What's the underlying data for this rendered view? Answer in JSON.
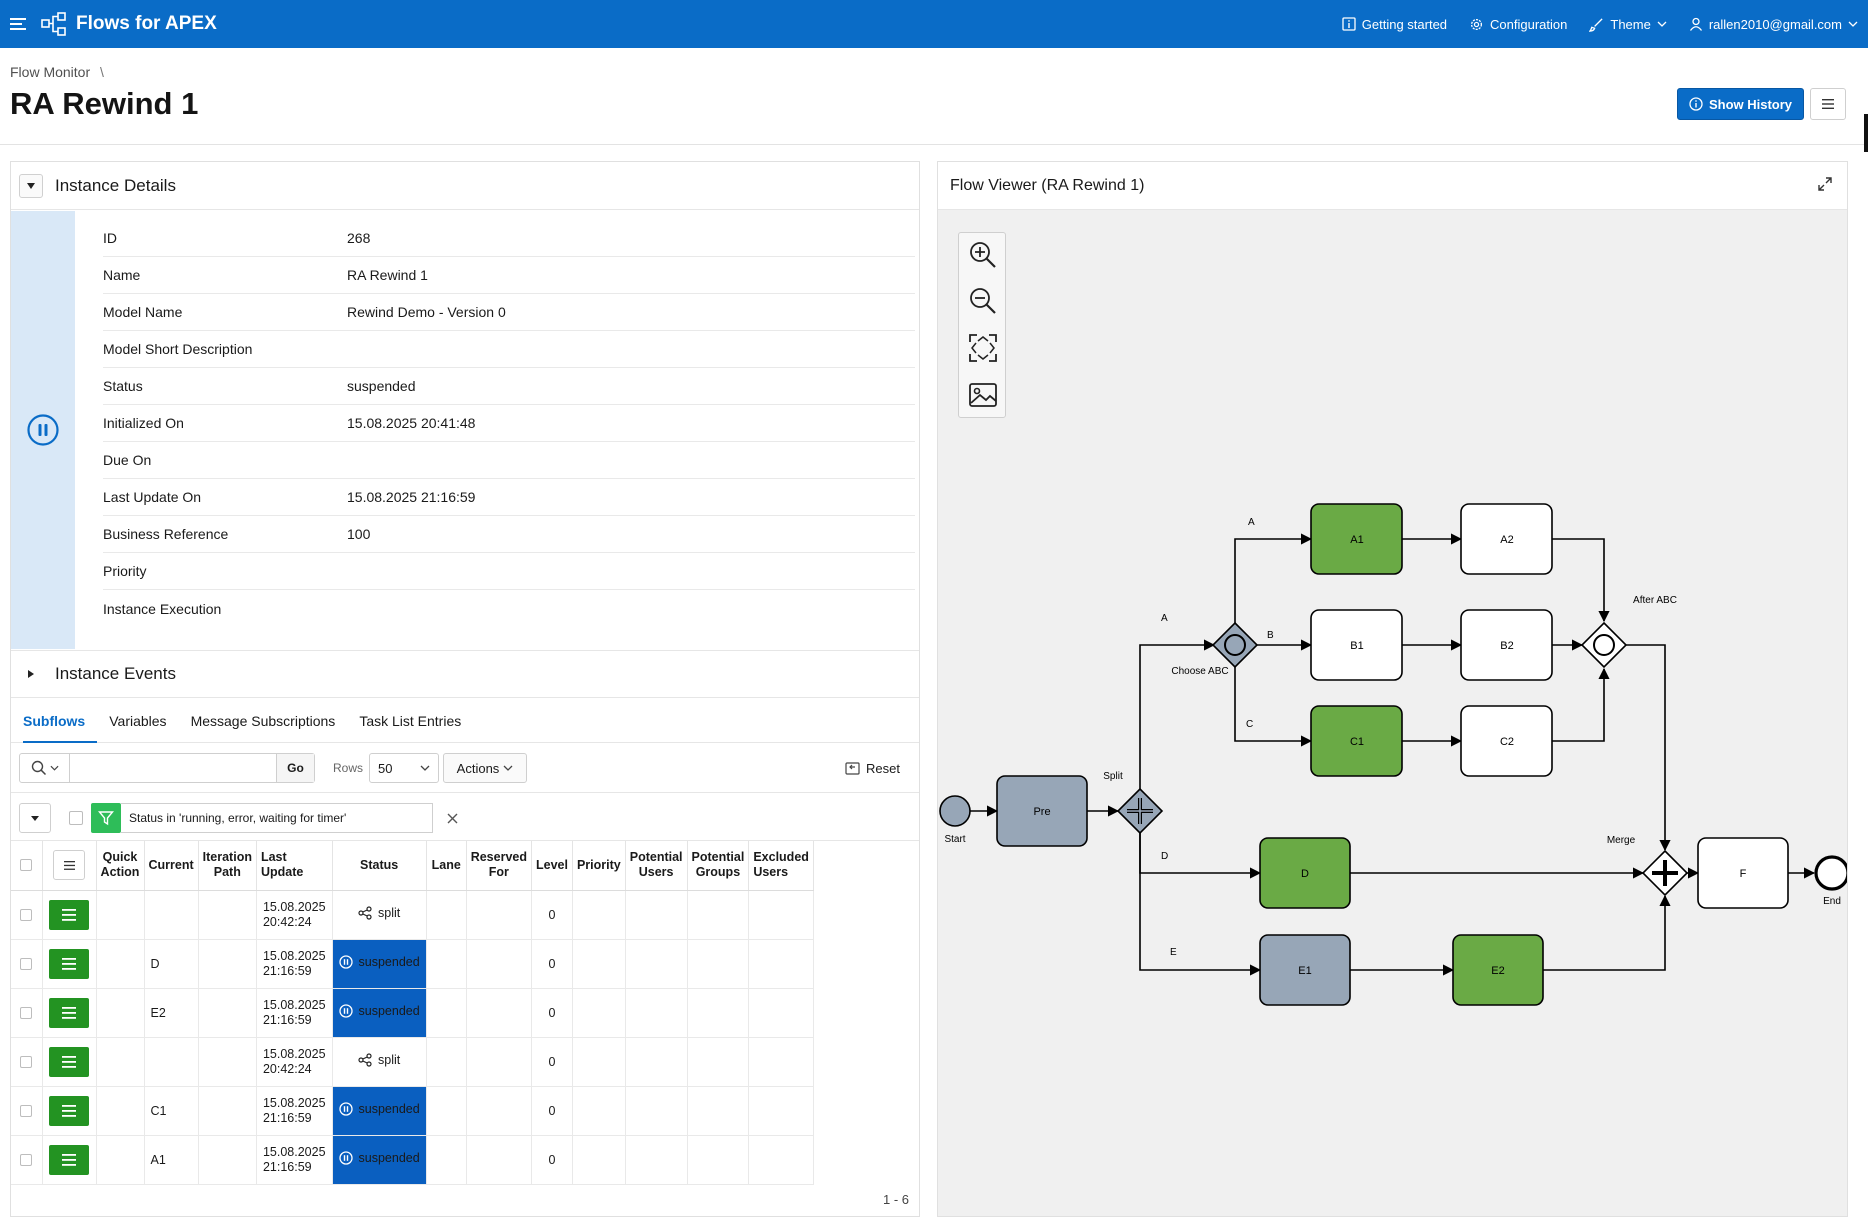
{
  "app": {
    "title": "Flows for APEX"
  },
  "nav": {
    "getting_started": "Getting started",
    "configuration": "Configuration",
    "theme": "Theme",
    "user": "rallen2010@gmail.com"
  },
  "breadcrumb": {
    "parent": "Flow Monitor",
    "sep": "\\"
  },
  "page": {
    "title": "RA Rewind 1",
    "show_history": "Show History"
  },
  "details": {
    "title": "Instance Details",
    "rows": [
      {
        "label": "ID",
        "value": "268"
      },
      {
        "label": "Name",
        "value": "RA Rewind 1"
      },
      {
        "label": "Model Name",
        "value": "Rewind Demo - Version 0"
      },
      {
        "label": "Model Short Description",
        "value": ""
      },
      {
        "label": "Status",
        "value": "suspended"
      },
      {
        "label": "Initialized On",
        "value": "15.08.2025 20:41:48"
      },
      {
        "label": "Due On",
        "value": ""
      },
      {
        "label": "Last Update On",
        "value": "15.08.2025 21:16:59"
      },
      {
        "label": "Business Reference",
        "value": "100"
      },
      {
        "label": "Priority",
        "value": ""
      },
      {
        "label": "Instance Execution",
        "value": ""
      }
    ]
  },
  "events": {
    "title": "Instance Events"
  },
  "tabs": [
    {
      "label": "Subflows",
      "active": true
    },
    {
      "label": "Variables",
      "active": false
    },
    {
      "label": "Message Subscriptions",
      "active": false
    },
    {
      "label": "Task List Entries",
      "active": false
    }
  ],
  "toolbar": {
    "search_value": "",
    "go": "Go",
    "rows_label": "Rows",
    "rows_value": "50",
    "actions": "Actions",
    "reset": "Reset"
  },
  "filter": {
    "text": "Status in 'running, error, waiting for timer'"
  },
  "grid": {
    "headers": {
      "quick_action": "Quick Action",
      "current": "Current",
      "iteration_path": "Iteration Path",
      "last_update": "Last Update",
      "status": "Status",
      "lane": "Lane",
      "reserved_for": "Reserved For",
      "level": "Level",
      "priority": "Priority",
      "potential_users": "Potential Users",
      "potential_groups": "Potential Groups",
      "excluded_users": "Excluded Users"
    },
    "rows": [
      {
        "current": "",
        "date": "15.08.2025",
        "time": "20:42:24",
        "status": "split",
        "level": "0"
      },
      {
        "current": "D",
        "date": "15.08.2025",
        "time": "21:16:59",
        "status": "suspended",
        "level": "0"
      },
      {
        "current": "E2",
        "date": "15.08.2025",
        "time": "21:16:59",
        "status": "suspended",
        "level": "0"
      },
      {
        "current": "",
        "date": "15.08.2025",
        "time": "20:42:24",
        "status": "split",
        "level": "0"
      },
      {
        "current": "C1",
        "date": "15.08.2025",
        "time": "21:16:59",
        "status": "suspended",
        "level": "0"
      },
      {
        "current": "A1",
        "date": "15.08.2025",
        "time": "21:16:59",
        "status": "suspended",
        "level": "0"
      }
    ],
    "pagination": "1 - 6"
  },
  "viewer": {
    "title": "Flow Viewer (RA Rewind 1)",
    "colors": {
      "completed": "#6aaa45",
      "current": "#97a6b7",
      "pending": "#ffffff"
    },
    "nodes": {
      "start": "Start",
      "pre": "Pre",
      "split": "Split",
      "choose": "Choose ABC",
      "a1": "A1",
      "a2": "A2",
      "b1": "B1",
      "b2": "B2",
      "c1": "C1",
      "c2": "C2",
      "after": "After ABC",
      "d": "D",
      "e1": "E1",
      "e2": "E2",
      "merge": "Merge",
      "f": "F",
      "end": "End"
    },
    "edges": {
      "a_top": "A",
      "a_mid": "A",
      "b": "B",
      "c": "C",
      "d": "D",
      "e": "E"
    }
  },
  "icons": {
    "menu": "hamburger-icon",
    "app": "flow-network-icon",
    "info": "info-icon",
    "gear": "gear-icon",
    "brush": "brush-icon",
    "user": "user-icon",
    "pause": "pause-circle-icon",
    "search": "search-icon",
    "filter": "filter-icon",
    "zoom_in": "zoom-in-icon",
    "zoom_out": "zoom-out-icon",
    "fit": "fit-screen-icon",
    "export": "image-export-icon"
  }
}
